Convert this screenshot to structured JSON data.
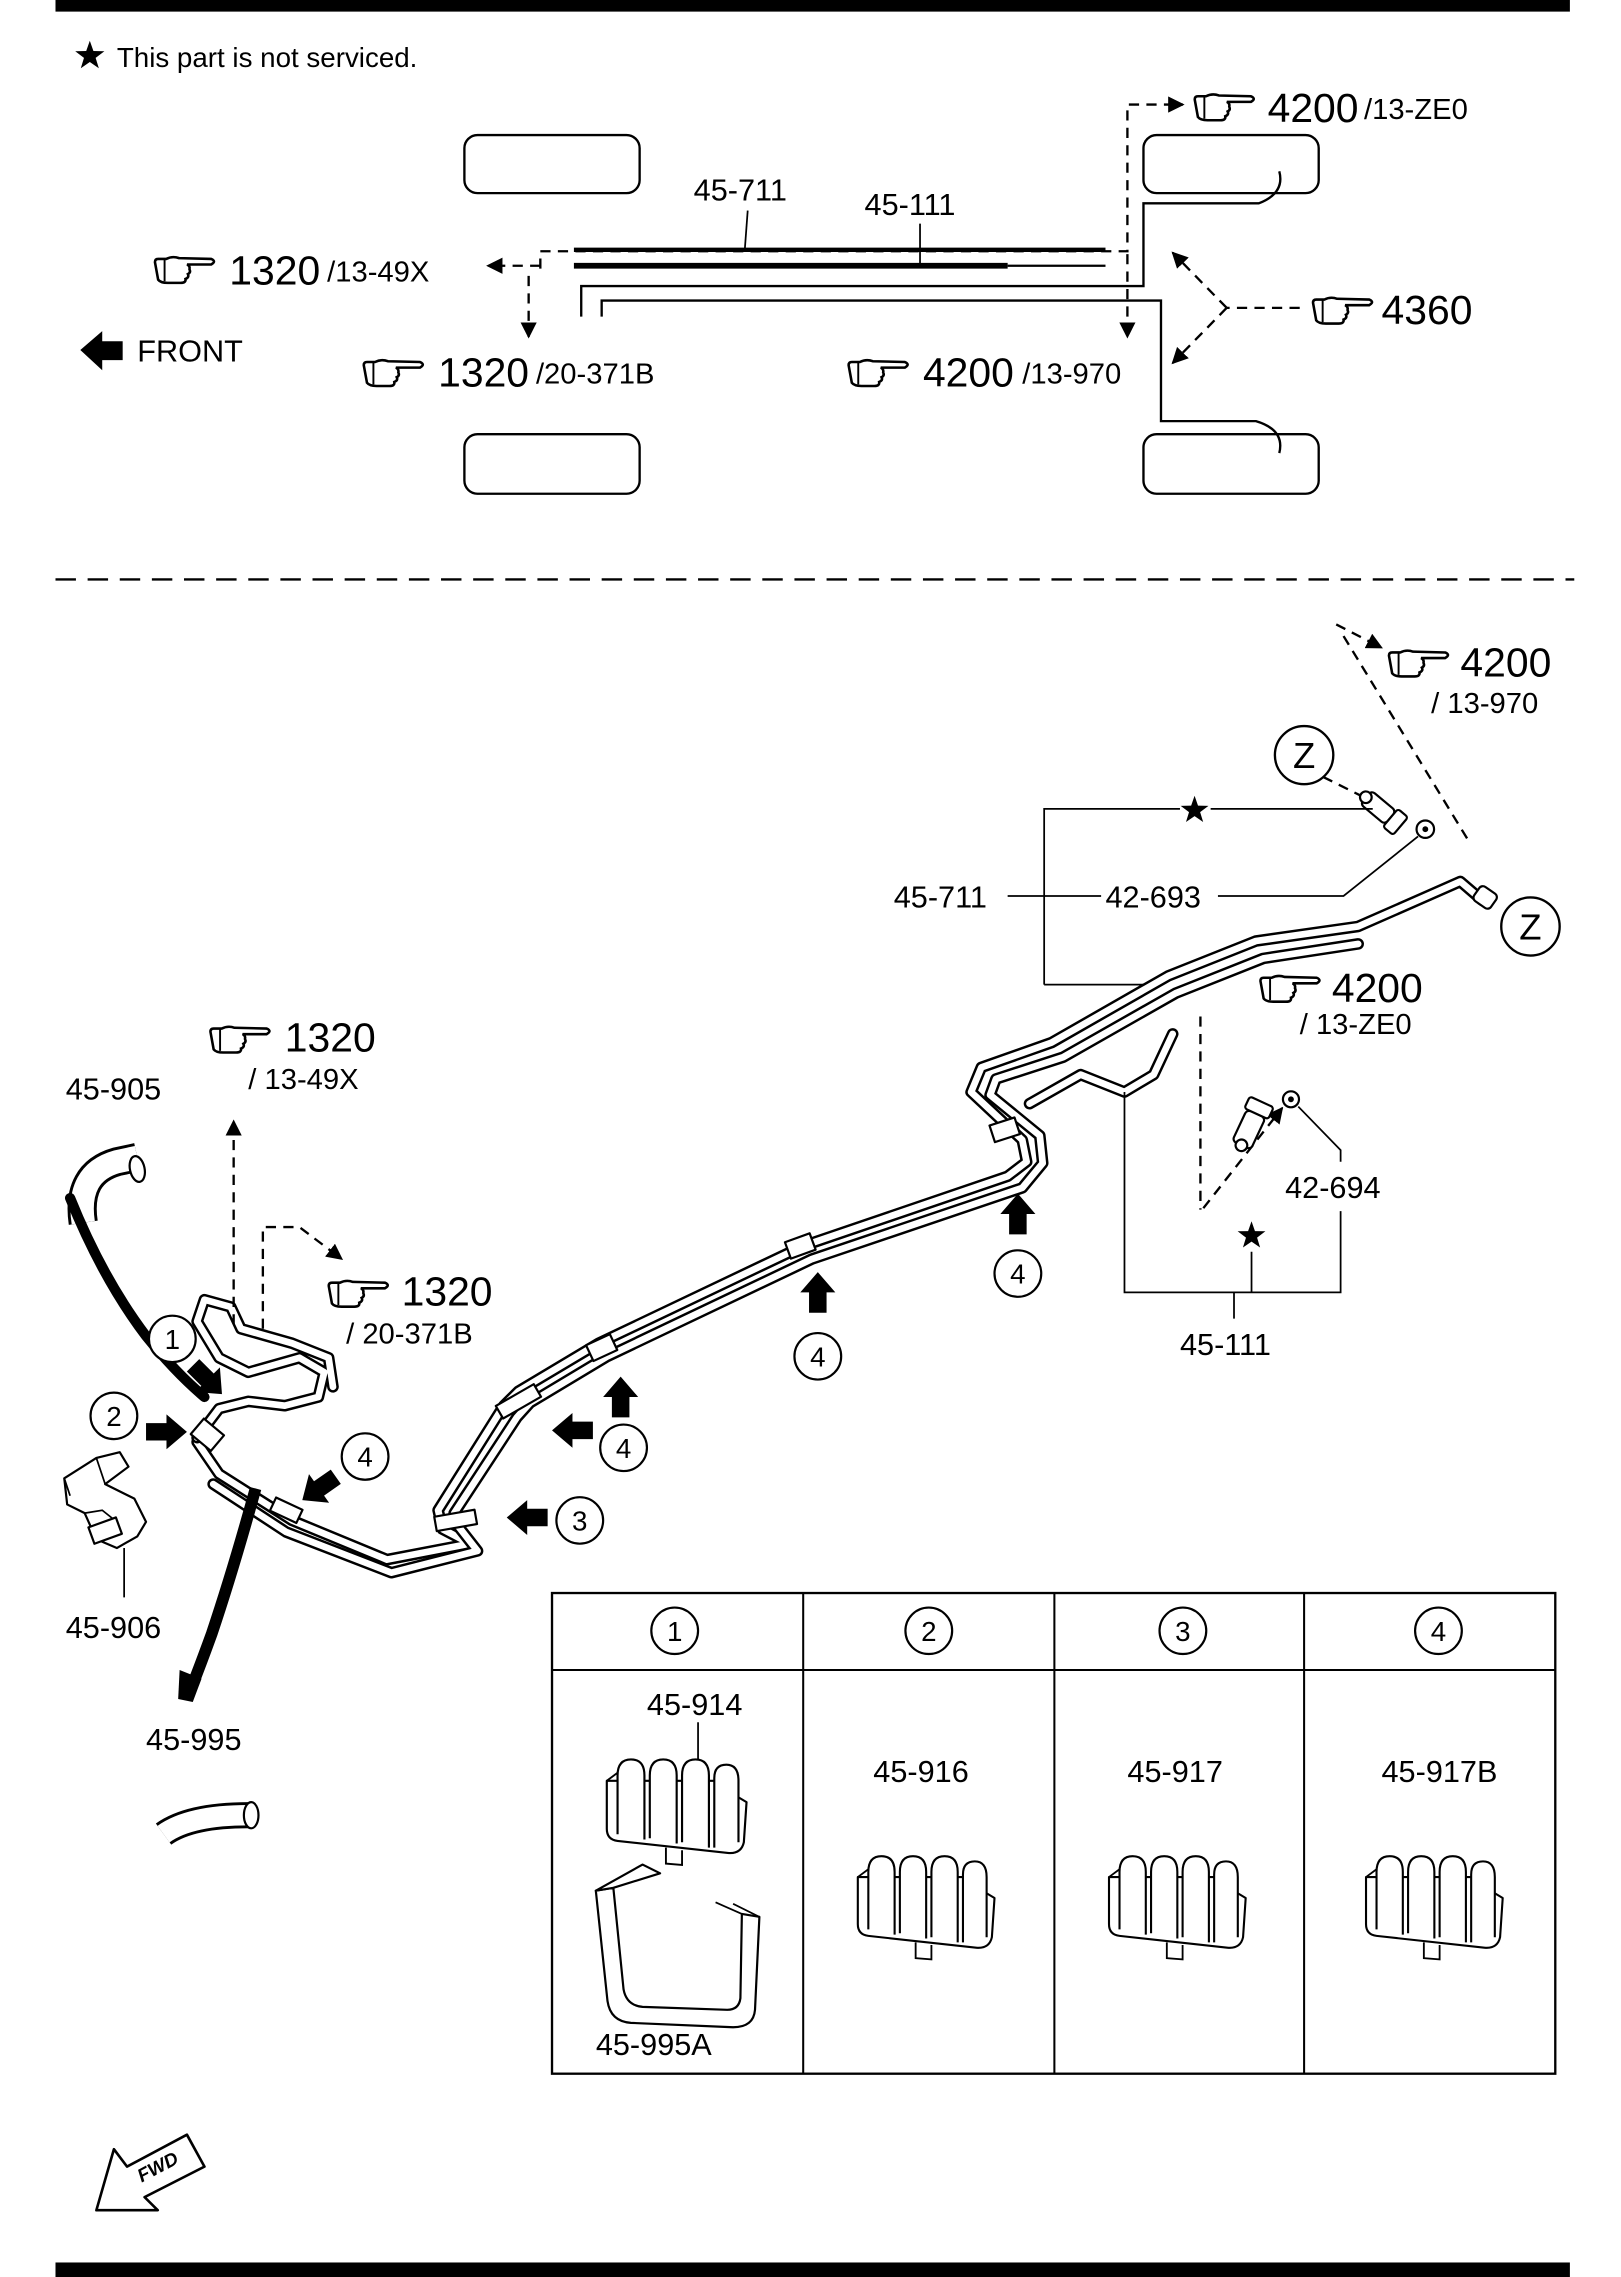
{
  "note": {
    "text": "This part is not serviced."
  },
  "icons": {
    "note_marker": "star-icon",
    "reference_marker": "pointing-hand-icon",
    "direction_marker": "front-arrow-icon",
    "callout_pointer": "block-arrow-icon",
    "forward_marker": "fwd-arrow-icon"
  },
  "overview": {
    "pipe_labels": {
      "upper": "45-711",
      "lower": "45-111"
    },
    "front_label": "FRONT",
    "refs": {
      "rear_outlet": {
        "group": "4200",
        "code": "/13-ZE0"
      },
      "front_outlet": {
        "group": "1320",
        "code": "/13-49X"
      },
      "hoses": {
        "group": "4360"
      },
      "front_inlet": {
        "group": "1320",
        "code": "/20-371B"
      },
      "rear_inlet": {
        "group": "4200",
        "code": "/13-970"
      }
    }
  },
  "detail": {
    "refs": {
      "upper_right": {
        "group": "4200",
        "code": "/ 13-970"
      },
      "lower_right": {
        "group": "4200",
        "code": "/ 13-ZE0"
      },
      "upper_left": {
        "group": "1320",
        "code": "/ 13-49X"
      },
      "lower_left": {
        "group": "1320",
        "code": "/ 20-371B"
      }
    },
    "connection_marks": [
      "Z",
      "Z"
    ],
    "part_labels": {
      "hose_upper": "45-905",
      "clamp_left": "45-906",
      "hose_lower": "45-995",
      "pipe_main": "45-711",
      "seal_upper": "42-693",
      "seal_lower": "42-694",
      "pipe_branch": "45-111"
    },
    "clip_callouts": [
      "1",
      "2",
      "4",
      "4",
      "3",
      "4",
      "4"
    ]
  },
  "clip_table": {
    "columns": [
      {
        "callout": "1",
        "parts": [
          "45-914",
          "45-995A"
        ]
      },
      {
        "callout": "2",
        "parts": [
          "45-916"
        ]
      },
      {
        "callout": "3",
        "parts": [
          "45-917"
        ]
      },
      {
        "callout": "4",
        "parts": [
          "45-917B"
        ]
      }
    ]
  },
  "fwd_label": "FWD"
}
